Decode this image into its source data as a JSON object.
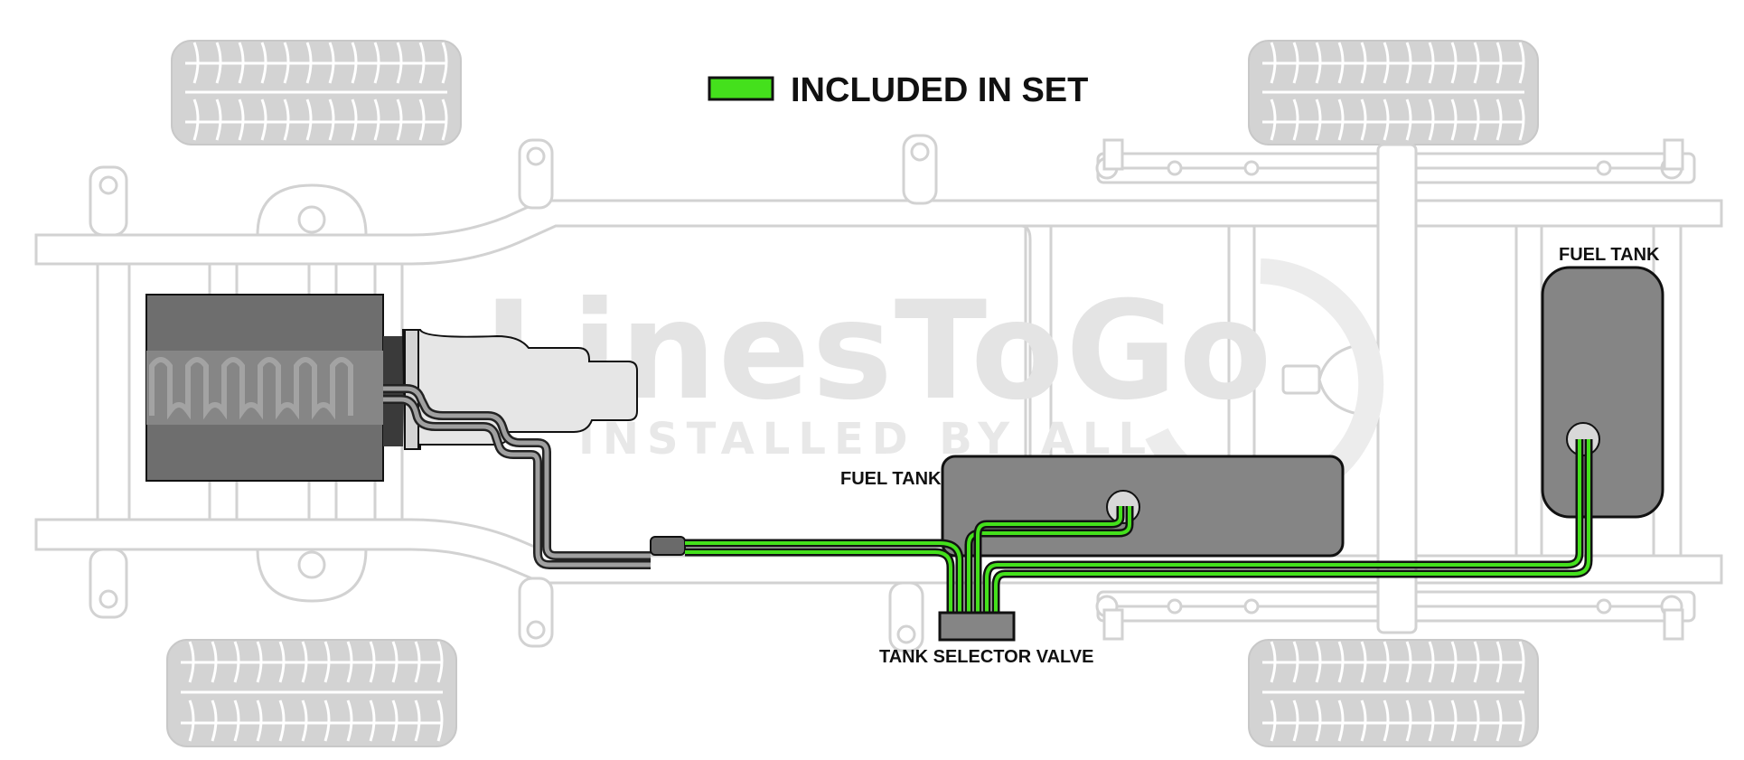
{
  "legend": {
    "label": "INCLUDED IN SET",
    "swatch_color": "#44e01c"
  },
  "watermark": {
    "brand": "LinesToGo",
    "tagline": "INSTALLED BY ALL"
  },
  "labels": {
    "fuel_tank_main": "FUEL TANK",
    "fuel_tank_rear": "FUEL TANK",
    "selector_valve": "TANK SELECTOR VALVE"
  },
  "colors": {
    "included_line": "#44e01c",
    "existing_line": "#9a9a9a",
    "tank_fill": "#858585",
    "frame_outline": "#d2d2d2",
    "tire_fill": "#d3d3d3"
  },
  "icons": [
    "engine-icon",
    "transmission-icon",
    "fuel-filter-icon",
    "tank-selector-valve-icon",
    "fuel-tank-icon",
    "tire-icon"
  ]
}
